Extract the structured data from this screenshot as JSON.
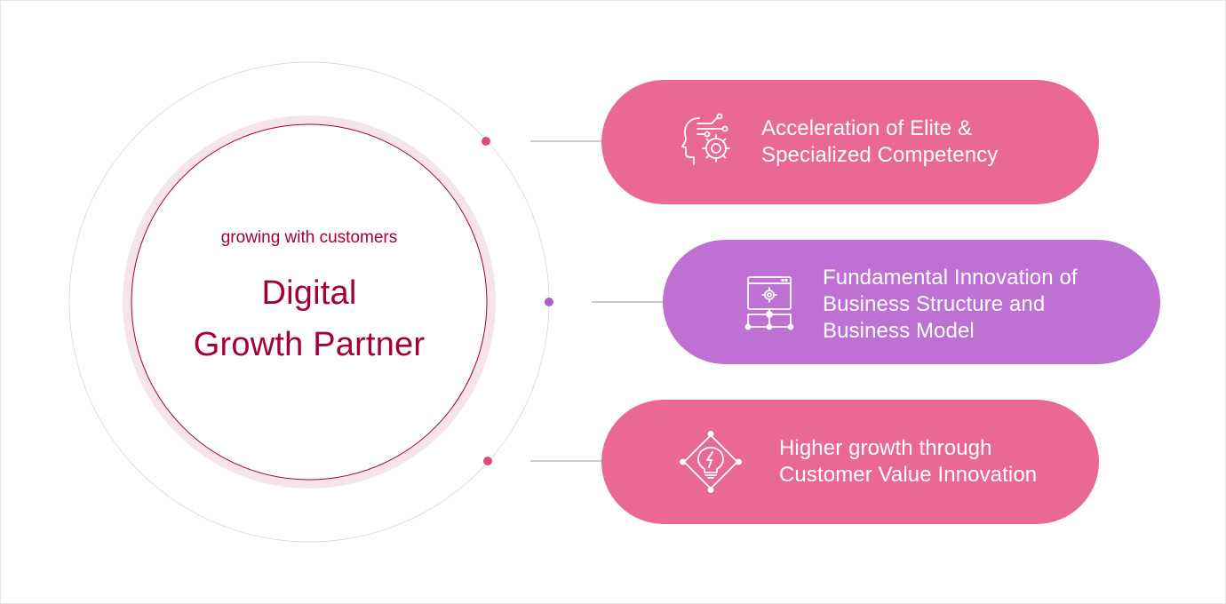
{
  "center": {
    "subtitle": "growing with customers",
    "title_line1": "Digital",
    "title_line2": "Growth Partner"
  },
  "items": [
    {
      "text": "Acceleration of Elite &\nSpecialized Competency",
      "icon": "ai-head-gear-icon",
      "color": "#ea6993"
    },
    {
      "text": "Fundamental Innovation of\nBusiness Structure and\nBusiness Model",
      "icon": "business-structure-icon",
      "color": "#bf71d3"
    },
    {
      "text": "Higher growth through\nCustomer Value Innovation",
      "icon": "lightbulb-innovation-icon",
      "color": "#ea6993"
    }
  ],
  "colors": {
    "brand": "#a50034",
    "pink": "#ea6993",
    "purple": "#bf71d3",
    "ring": "#f5e4ea",
    "outline": "#dddddd"
  }
}
